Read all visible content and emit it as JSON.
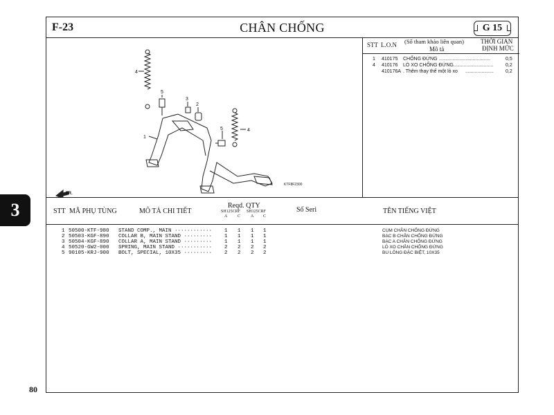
{
  "header": {
    "code": "F-23",
    "title": "CHÂN CHỐNG",
    "group": "G 15"
  },
  "labor": {
    "headers": {
      "stt": "STT",
      "lon": "L.O.N",
      "ref": "(Số tham khảo liên quan)",
      "desc": "Mô tả",
      "time1": "THỜI GIAN",
      "time2": "ĐỊNH MỨC"
    },
    "rows": [
      {
        "stt": "1",
        "code": "410175",
        "desc": "CHỐNG ĐỨNG",
        "dots": "......................................",
        "time": "0,5"
      },
      {
        "stt": "4",
        "code": "410176",
        "desc": "LÒ XO CHỐNG ĐỨNG",
        "dots": "..............................",
        "time": "0,2"
      },
      {
        "stt": "",
        "code": "410176A",
        "desc": ". Thêm thay thế một lò xo",
        "dots": ".....................",
        "time": "0,2"
      }
    ]
  },
  "diagram": {
    "callouts": [
      "4",
      "5",
      "3",
      "2",
      "5",
      "4",
      "1"
    ],
    "fr_label": "FR.",
    "figure_code": "KTF8F2300"
  },
  "columns": {
    "stt": "STT",
    "part_no": "MÃ PHỤ TÙNG",
    "desc": "MÔ TẢ CHI TIẾT",
    "reqd_qty": "Reqd. QTY",
    "model1": "SH125CRF",
    "model2": "SH125CRF",
    "types": [
      "A",
      "C",
      "A",
      "C"
    ],
    "serial": "Số Seri",
    "vn_name": "TÊN TIẾNG VIỆT"
  },
  "parts": [
    {
      "no": "1",
      "part": "50500-KTF-980",
      "desc": "STAND COMP., MAIN ············",
      "q": [
        "1",
        "1",
        "1",
        "1"
      ],
      "vn": "CỤM CHÂN CHỐNG ĐỨNG"
    },
    {
      "no": "2",
      "part": "50503-KGF-890",
      "desc": "COLLAR B, MAIN STAND ·········",
      "q": [
        "1",
        "1",
        "1",
        "1"
      ],
      "vn": "BẠC B CHÂN CHỐNG ĐỨNG"
    },
    {
      "no": "3",
      "part": "50504-KGF-890",
      "desc": "COLLAR A, MAIN STAND ·········",
      "q": [
        "1",
        "1",
        "1",
        "1"
      ],
      "vn": "BẠC A CHÂN CHỐNG ĐỨNG"
    },
    {
      "no": "4",
      "part": "50520-GW2-000",
      "desc": "SPRING, MAIN STAND ···········",
      "q": [
        "2",
        "2",
        "2",
        "2"
      ],
      "vn": "LÒ XO CHÂN CHỐNG ĐỨNG"
    },
    {
      "no": "5",
      "part": "90105-KRJ-900",
      "desc": "BOLT, SPECIAL, 10X35 ·········",
      "q": [
        "2",
        "2",
        "2",
        "2"
      ],
      "vn": "BU LÔNG ĐẶC BIỆT, 10X35"
    }
  ],
  "side_tab": "3",
  "page_number": "80"
}
